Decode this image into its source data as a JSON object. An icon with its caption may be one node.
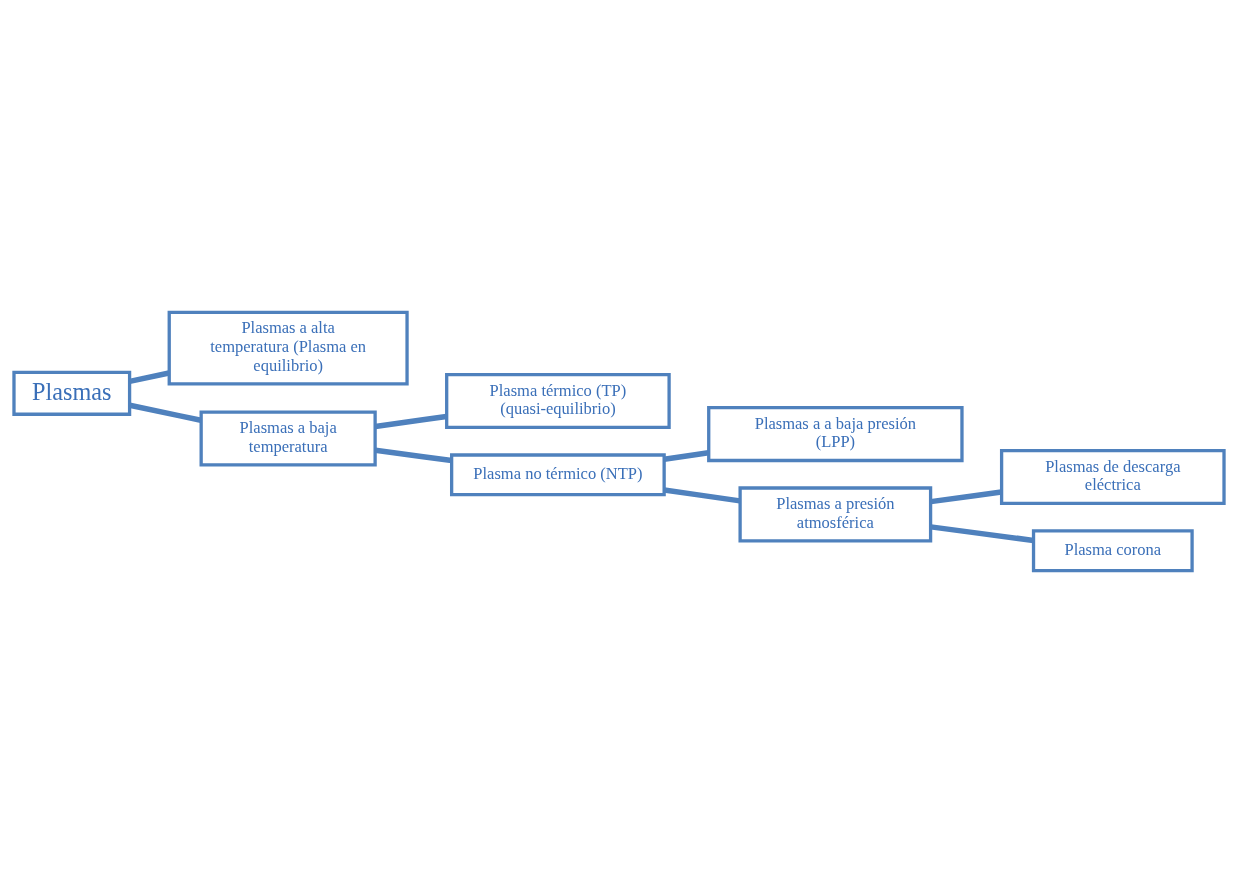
{
  "diagram": {
    "nodes": [
      {
        "text": [
          "Plasmas"
        ]
      },
      {
        "text": [
          "Plasmas a alta temperatura (Plasma en equilibrio)"
        ]
      },
      {
        "text": [
          "Plasmas a baja temperatura"
        ]
      },
      {
        "text": [
          "Plasma térmico (TP) (quasi-equilibrio)"
        ]
      },
      {
        "text": [
          "Plasma no térmico (NTP)"
        ]
      },
      {
        "text": [
          "Plasmas a a baja presión (LPP)"
        ]
      },
      {
        "text": [
          "Plasmas a presión atmosférica"
        ]
      },
      {
        "text": [
          "Plasmas de descarga eléctrica"
        ]
      },
      {
        "text": [
          "Plasma corona"
        ]
      }
    ],
    "edges": [
      {
        "from": 0,
        "to": 1,
        "arrow": "none"
      },
      {
        "from": 0,
        "to": 2,
        "arrow": "none"
      },
      {
        "from": 2,
        "to": 3,
        "arrow": "none"
      },
      {
        "from": 2,
        "to": 4,
        "arrow": "none"
      },
      {
        "from": 4,
        "to": 5,
        "arrow": "none"
      },
      {
        "from": 4,
        "to": 6,
        "arrow": "none"
      },
      {
        "from": 6,
        "to": 7,
        "arrow": "none"
      },
      {
        "from": 6,
        "to": 8,
        "arrow": "none"
      }
    ]
  }
}
